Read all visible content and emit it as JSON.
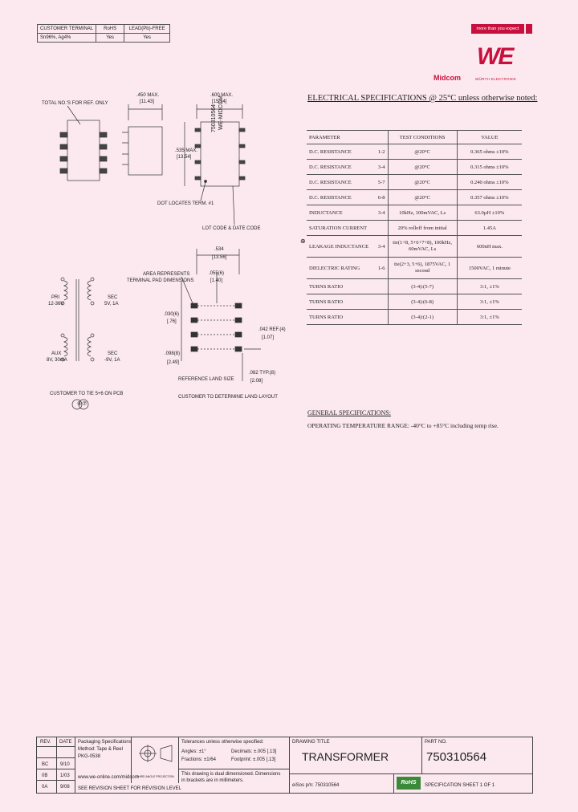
{
  "rohs_table": {
    "rows": [
      [
        "CUSTOMER TERMINAL",
        "RoHS",
        "LEAD(Pb)-FREE"
      ],
      [
        "Sn96%, Ag4%",
        "Yes",
        "Yes"
      ]
    ]
  },
  "brand": {
    "slogan": "more than you expect",
    "logo_text": "WE",
    "midcom": "Midcom",
    "wurth": "WÜRTH ELEKTRONIK"
  },
  "drawing_labels": {
    "total_terminals": "TOTAL NO.'S FOR REF. ONLY",
    "dim_450": ".450 MAX.",
    "dim_450_mm": "[11.43]",
    "dim_600": ".600 MAX.",
    "dim_600_mm": "[15.24]",
    "dim_535": ".535 MAX.",
    "dim_535_mm": "[13.54]",
    "body_part": "750310564",
    "body_brand": "WE-MIDCOM",
    "dot_locates": "DOT LOCATES TERM. #1",
    "lot_code": "LOT CODE & DATE CODE",
    "dim_534": ".534",
    "dim_534_mm": "[13.56]",
    "area_represents": "AREA REPRESENTS",
    "terminal_pad": "TERMINAL PAD DIMENSIONS",
    "dim_055": ".055(6)",
    "dim_055_mm": "[1.40]",
    "dim_030": ".030(6)",
    "dim_030_mm": "[.76]",
    "dim_098": ".098(8)",
    "dim_098_mm": "[2.49]",
    "dim_042": ".042 REF.(4)",
    "dim_042_mm": "[1.07]",
    "dim_082": ".082 TYP.(8)",
    "dim_082_mm": "[2.08]",
    "ref_land": "REFERENCE LAND SIZE",
    "customer_land": "CUSTOMER TO DETERMINE LAND LAYOUT",
    "pri": "PRI",
    "pri_v": "12-36V",
    "sec": "SEC",
    "sec_v": "5V, 1A",
    "aux": "AUX",
    "aux_v": "8V, 30mA",
    "sec2": "SEC",
    "sec2_v": "-9V, 1A",
    "customer_tie": "CUSTOMER TO TIE 5+6 ON PCB",
    "symbols": "⑥⑦"
  },
  "spec": {
    "title": "ELECTRICAL SPECIFICATIONS @ 25°C unless otherwise noted:",
    "headers": [
      "PARAMETER",
      "",
      "TEST CONDITIONS",
      "VALUE"
    ],
    "rows": [
      [
        "D.C. RESISTANCE",
        "1-2",
        "@20°C",
        "0.365 ohms ±10%"
      ],
      [
        "D.C. RESISTANCE",
        "3-4",
        "@20°C",
        "0.315 ohms ±10%"
      ],
      [
        "D.C. RESISTANCE",
        "5-7",
        "@20°C",
        "0.240 ohms ±10%"
      ],
      [
        "D.C. RESISTANCE",
        "6-8",
        "@20°C",
        "0.357 ohms ±10%"
      ],
      [
        "INDUCTANCE",
        "3-4",
        "10kHz, 100mVAC, Ls",
        "63.0µH ±10%"
      ],
      [
        "SATURATION CURRENT",
        "",
        "20% rolloff from initial",
        "1.45A"
      ],
      [
        "LEAKAGE INDUCTANCE",
        "3-4",
        "tie(1+8, 5+6+7+8), 100kHz, 60mVAC, Ls",
        "600nH max."
      ],
      [
        "DIELECTRIC RATING",
        "1-6",
        "tie(2+3, 5+6), 1875VAC, 1 second",
        "1500VAC, 1 minute"
      ],
      [
        "TURNS RATIO",
        "",
        "(3-4):(5-7)",
        "3:1, ±1%"
      ],
      [
        "TURNS RATIO",
        "",
        "(3-4):(6-8)",
        "3:1, ±1%"
      ],
      [
        "TURNS RATIO",
        "",
        "(3-4):(2-1)",
        "3:1, ±1%"
      ]
    ],
    "marker": "⊕"
  },
  "general": {
    "title": "GENERAL SPECIFICATIONS:",
    "body": "OPERATING TEMPERATURE RANGE: -40°C to +85°C including temp rise."
  },
  "title_block": {
    "rev_header": "REV.",
    "date_header": "DATE",
    "revisions": [
      {
        "rev": "BC",
        "date": "9/10",
        "text": "Packaging Specifications"
      },
      {
        "rev": "0B",
        "date": "1/03",
        "text": "Method: Tape & Reel"
      },
      {
        "rev": "0A",
        "date": "9/08",
        "text": "PKG-0538"
      }
    ],
    "website": "www.we-online.com/midcom",
    "revision_note": "SEE REVISION SHEET FOR REVISION LEVEL",
    "projection_label": "THIRD ANGLE PROJECTION",
    "tolerances": "Tolerances unless otherwise specified:",
    "angles": "Angles: ±1°",
    "fractions": "Fractions: ±1/64",
    "decimals": "Decimals: ±.005 [.13]",
    "decimals2": "Footprint: ±.005 [.13]",
    "dual_dim": "This drawing is dual dimensioned. Dimensions",
    "dual_dim2": "in brackets are in millimeters.",
    "drawing_title_label": "DRAWING TITLE",
    "drawing_title": "TRANSFORMER",
    "wsee": "eiSos p/n: 750310564",
    "rohs_mark": "RoHS",
    "part_no_label": "PART NO.",
    "part_no": "750310564",
    "sheet": "SPECIFICATION SHEET  1  OF  1"
  }
}
